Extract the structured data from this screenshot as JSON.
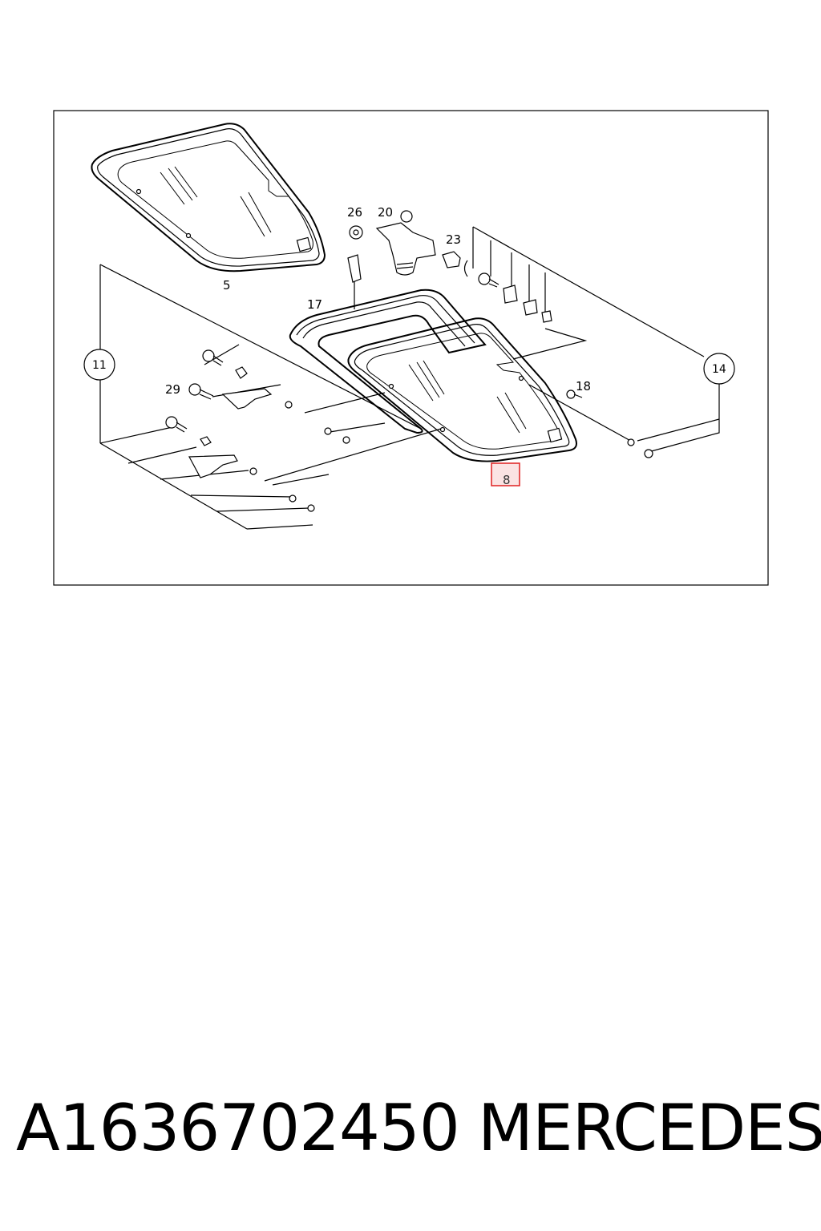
{
  "diagram": {
    "callouts": {
      "c5": "5",
      "c8": "8",
      "c11": "11",
      "c14": "14",
      "c17": "17",
      "c18": "18",
      "c20": "20",
      "c23": "23",
      "c26": "26",
      "c29": "29"
    },
    "highlight_color": "#e02020"
  },
  "caption": {
    "part_number": "A1636702450",
    "brand": "MERCEDES"
  }
}
